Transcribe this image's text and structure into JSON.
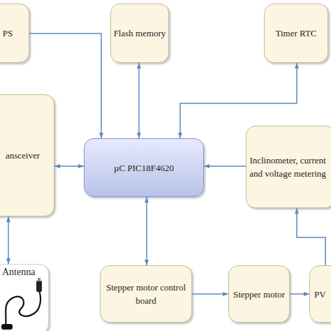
{
  "diagram": {
    "nodes": [
      {
        "text": [
          "PS"
        ]
      },
      {
        "text": [
          "Flash memory"
        ]
      },
      {
        "text": [
          "Timer RTC"
        ]
      },
      {
        "text": [
          "ansceiver"
        ]
      },
      {
        "text": [
          "µC PIC18F4620"
        ]
      },
      {
        "text": [
          "Inclinometer, current and voltage metering"
        ]
      },
      {
        "text": [
          "Antenna"
        ]
      },
      {
        "text": [
          "Stepper motor control board"
        ]
      },
      {
        "text": [
          "Stepper motor"
        ]
      },
      {
        "text": [
          "PV"
        ]
      }
    ],
    "edges": [
      {
        "from": 0,
        "to": 4,
        "arrow": "to"
      },
      {
        "from": 1,
        "to": 4,
        "arrow": "both"
      },
      {
        "from": 2,
        "to": 4,
        "arrow": "both"
      },
      {
        "from": 3,
        "to": 4,
        "arrow": "both"
      },
      {
        "from": 5,
        "to": 4,
        "arrow": "to"
      },
      {
        "from": 3,
        "to": 6,
        "arrow": "both"
      },
      {
        "from": 4,
        "to": 7,
        "arrow": "both"
      },
      {
        "from": 7,
        "to": 8,
        "arrow": "to"
      },
      {
        "from": 8,
        "to": 9,
        "arrow": "to"
      },
      {
        "from": 9,
        "to": 5,
        "arrow": "to"
      }
    ]
  }
}
